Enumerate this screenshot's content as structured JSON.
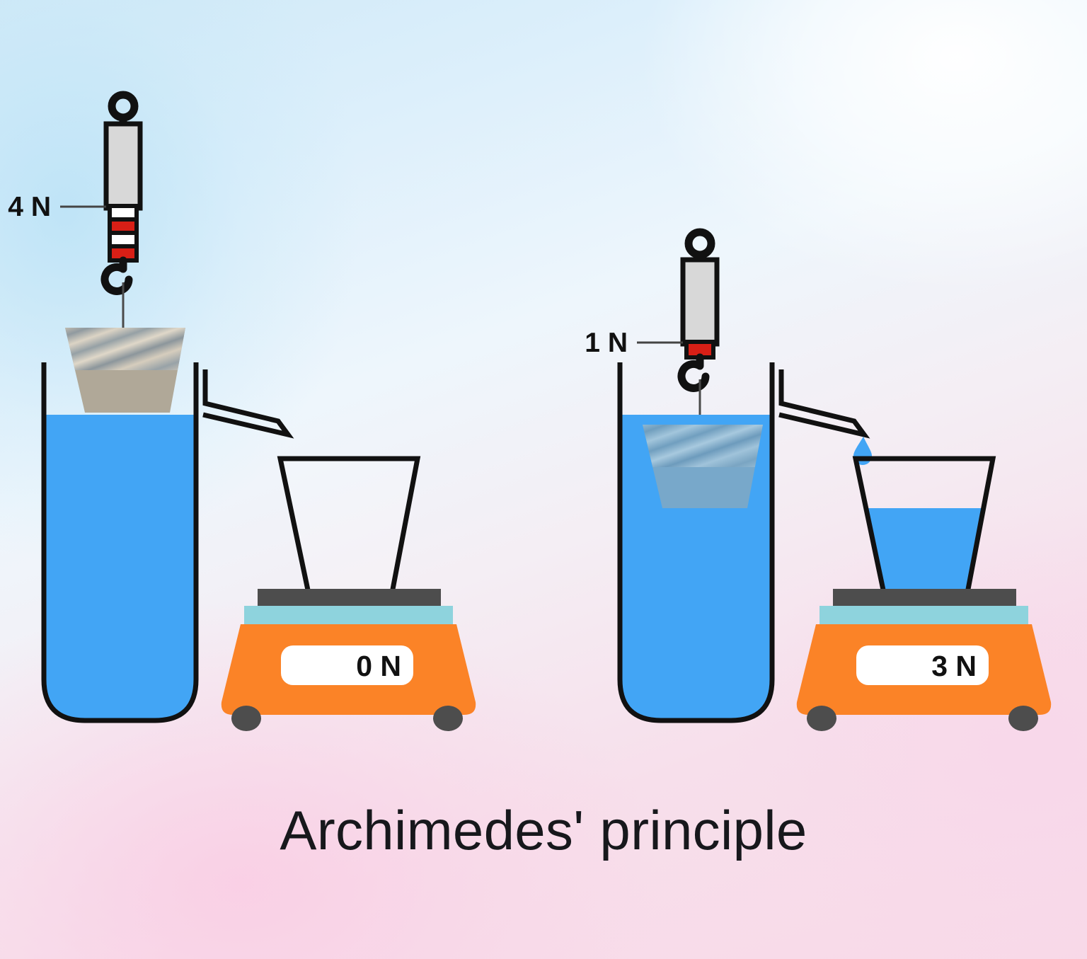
{
  "title": "Archimedes' principle",
  "colors": {
    "water": "#42a5f5",
    "scale_body": "#fb8327",
    "scale_strip": "#8ed3dd",
    "scale_platform": "#4d4d4d",
    "scale_feet": "#4d4d4d",
    "display_bg": "#ffffff",
    "display_text": "#111111",
    "spring_body": "#d8d8d8",
    "spring_band_red": "#d81f16",
    "spring_band_white": "#ffffff",
    "outline": "#111111",
    "block_dry": "#b0a898",
    "block_wet": "#7fa8c4",
    "droplet": "#42a5f5"
  },
  "setups": [
    {
      "id": "dry",
      "spring_scale": {
        "label": "4 N",
        "name": "spring-scale-left",
        "bands": [
          "white",
          "red",
          "white",
          "red"
        ]
      },
      "block": {
        "state": "in-air",
        "name": "block-in-air"
      },
      "overflow_beaker": {
        "name": "overflow-beaker-left",
        "water_level": "at-spout",
        "dripping": false
      },
      "catch_beaker": {
        "name": "catch-beaker-left",
        "water_fill_pct": 0
      },
      "balance": {
        "name": "balance-left",
        "display": "0 N"
      }
    },
    {
      "id": "submerged",
      "spring_scale": {
        "label": "1 N",
        "name": "spring-scale-right",
        "bands": [
          "red"
        ]
      },
      "block": {
        "state": "submerged",
        "name": "block-submerged"
      },
      "overflow_beaker": {
        "name": "overflow-beaker-right",
        "water_level": "at-spout",
        "dripping": true
      },
      "catch_beaker": {
        "name": "catch-beaker-right",
        "water_fill_pct": 60
      },
      "balance": {
        "name": "balance-right",
        "display": "3 N"
      }
    }
  ]
}
